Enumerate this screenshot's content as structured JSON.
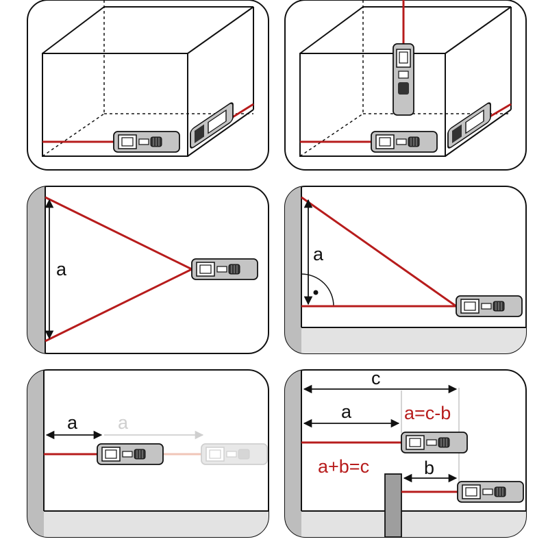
{
  "colors": {
    "laser": "#b71c1c",
    "outline": "#111111",
    "wall": "#bdbdbd",
    "floor": "#e3e3e3",
    "device": "#c4c4c4",
    "ghost": "#cfcfcf",
    "ghost_laser": "#f0c6b8"
  },
  "panels": [
    {
      "id": "corner-room",
      "description_icon": "room-corner-measure"
    },
    {
      "id": "corner-room-vertical",
      "description_icon": "room-vertical-measure"
    },
    {
      "id": "triangle",
      "labels": {
        "a": "a"
      }
    },
    {
      "id": "right-angle",
      "labels": {
        "a": "a"
      }
    },
    {
      "id": "addition",
      "labels": {
        "a": "a",
        "ghost_a": "a"
      }
    },
    {
      "id": "subtraction",
      "labels": {
        "c": "c",
        "a": "a",
        "b": "b",
        "formula1": "a=c-b",
        "formula2": "a+b=c"
      }
    }
  ]
}
